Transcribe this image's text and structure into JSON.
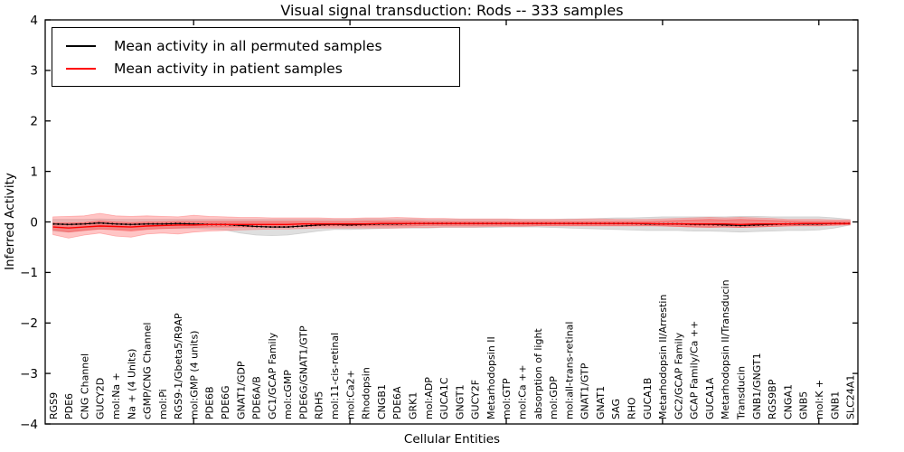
{
  "chart_data": {
    "type": "line",
    "title": "Visual signal transduction: Rods -- 333 samples",
    "xlabel": "Cellular Entities",
    "ylabel": "Inferred Activity",
    "ylim": [
      -4,
      4
    ],
    "yticks": [
      -4,
      -3,
      -2,
      -1,
      0,
      1,
      2,
      3,
      4
    ],
    "grid": false,
    "legend_position": "upper left",
    "categories": [
      "RGS9",
      "PDE6",
      "CNG Channel",
      "GUCY2D",
      "mol:Na +",
      "Na + (4 Units)",
      "cGMP/CNG Channel",
      "mol:Pi",
      "RGS9-1/Gbeta5/R9AP",
      "mol:GMP (4 units)",
      "PDE6B",
      "PDE6G",
      "GNAT1/GDP",
      "PDE6A/B",
      "GC1/GCAP Family",
      "mol:cGMP",
      "PDE6G/GNAT1/GTP",
      "RDH5",
      "mol:11-cis-retinal",
      "mol:Ca2+",
      "Rhodopsin",
      "CNGB1",
      "PDE6A",
      "GRK1",
      "mol:ADP",
      "GUCA1C",
      "GNGT1",
      "GUCY2F",
      "Metarhodopsin II",
      "mol:GTP",
      "mol:Ca ++",
      "absorption of light",
      "mol:GDP",
      "mol:all-trans-retinal",
      "GNAT1/GTP",
      "GNAT1",
      "SAG",
      "RHO",
      "GUCA1B",
      "Metarhodopsin II/Arrestin",
      "GC2/GCAP Family",
      "GCAP Family/Ca ++",
      "GUCA1A",
      "Metarhodopsin II/Transducin",
      "Transducin",
      "GNB1/GNGT1",
      "RGS9BP",
      "CNGA1",
      "GNB5",
      "mol:K +",
      "GNB1",
      "SLC24A1"
    ],
    "series": [
      {
        "name": "Mean activity in all permuted samples",
        "color": "#000000",
        "style": "dotted",
        "values": [
          -0.04,
          -0.05,
          -0.04,
          -0.02,
          -0.04,
          -0.05,
          -0.04,
          -0.04,
          -0.03,
          -0.04,
          -0.05,
          -0.05,
          -0.07,
          -0.09,
          -0.1,
          -0.1,
          -0.08,
          -0.06,
          -0.05,
          -0.06,
          -0.05,
          -0.04,
          -0.04,
          -0.03,
          -0.03,
          -0.03,
          -0.03,
          -0.03,
          -0.03,
          -0.03,
          -0.03,
          -0.03,
          -0.03,
          -0.03,
          -0.03,
          -0.03,
          -0.03,
          -0.03,
          -0.04,
          -0.04,
          -0.04,
          -0.05,
          -0.05,
          -0.06,
          -0.07,
          -0.06,
          -0.05,
          -0.04,
          -0.04,
          -0.04,
          -0.03,
          -0.03
        ]
      },
      {
        "name": "Mean activity in patient samples",
        "color": "#ff0000",
        "style": "solid",
        "values": [
          -0.1,
          -0.12,
          -0.1,
          -0.08,
          -0.09,
          -0.1,
          -0.08,
          -0.07,
          -0.06,
          -0.06,
          -0.05,
          -0.05,
          -0.05,
          -0.05,
          -0.05,
          -0.05,
          -0.04,
          -0.04,
          -0.04,
          -0.04,
          -0.04,
          -0.03,
          -0.03,
          -0.03,
          -0.03,
          -0.03,
          -0.03,
          -0.03,
          -0.03,
          -0.03,
          -0.03,
          -0.03,
          -0.03,
          -0.03,
          -0.03,
          -0.03,
          -0.03,
          -0.03,
          -0.03,
          -0.04,
          -0.04,
          -0.04,
          -0.04,
          -0.04,
          -0.05,
          -0.04,
          -0.04,
          -0.04,
          -0.03,
          -0.03,
          -0.03,
          -0.03
        ]
      }
    ],
    "bands": [
      {
        "name": "permuted-range",
        "color": "#aaaaaa",
        "upper": [
          0.05,
          0.05,
          0.05,
          0.06,
          0.05,
          0.05,
          0.05,
          0.05,
          0.05,
          0.05,
          0.05,
          0.05,
          0.05,
          0.05,
          0.05,
          0.05,
          0.05,
          0.05,
          0.05,
          0.05,
          0.06,
          0.06,
          0.06,
          0.06,
          0.05,
          0.05,
          0.05,
          0.05,
          0.05,
          0.05,
          0.05,
          0.05,
          0.05,
          0.06,
          0.06,
          0.07,
          0.08,
          0.08,
          0.09,
          0.1,
          0.1,
          0.1,
          0.1,
          0.1,
          0.11,
          0.11,
          0.1,
          0.1,
          0.1,
          0.1,
          0.08,
          0.05
        ],
        "lower": [
          -0.18,
          -0.2,
          -0.17,
          -0.14,
          -0.15,
          -0.16,
          -0.14,
          -0.13,
          -0.13,
          -0.13,
          -0.14,
          -0.16,
          -0.22,
          -0.26,
          -0.27,
          -0.26,
          -0.22,
          -0.18,
          -0.15,
          -0.15,
          -0.14,
          -0.13,
          -0.12,
          -0.12,
          -0.12,
          -0.11,
          -0.11,
          -0.11,
          -0.11,
          -0.1,
          -0.1,
          -0.1,
          -0.11,
          -0.12,
          -0.13,
          -0.14,
          -0.15,
          -0.16,
          -0.17,
          -0.17,
          -0.17,
          -0.18,
          -0.18,
          -0.19,
          -0.2,
          -0.19,
          -0.18,
          -0.17,
          -0.17,
          -0.16,
          -0.12,
          -0.06
        ]
      },
      {
        "name": "patient-range-outer",
        "color": "#ff6666",
        "upper": [
          0.1,
          0.11,
          0.12,
          0.17,
          0.12,
          0.11,
          0.12,
          0.11,
          0.1,
          0.13,
          0.11,
          0.1,
          0.09,
          0.09,
          0.08,
          0.08,
          0.08,
          0.08,
          0.07,
          0.07,
          0.08,
          0.08,
          0.09,
          0.08,
          0.07,
          0.07,
          0.06,
          0.06,
          0.06,
          0.06,
          0.05,
          0.05,
          0.05,
          0.05,
          0.06,
          0.06,
          0.05,
          0.05,
          0.05,
          0.06,
          0.07,
          0.08,
          0.09,
          0.08,
          0.09,
          0.08,
          0.07,
          0.05,
          0.05,
          0.05,
          0.04,
          0.04
        ],
        "lower": [
          -0.25,
          -0.32,
          -0.26,
          -0.22,
          -0.28,
          -0.3,
          -0.24,
          -0.22,
          -0.24,
          -0.2,
          -0.18,
          -0.17,
          -0.16,
          -0.15,
          -0.14,
          -0.14,
          -0.13,
          -0.12,
          -0.12,
          -0.12,
          -0.12,
          -0.12,
          -0.12,
          -0.11,
          -0.11,
          -0.1,
          -0.1,
          -0.1,
          -0.09,
          -0.09,
          -0.09,
          -0.08,
          -0.08,
          -0.08,
          -0.08,
          -0.08,
          -0.08,
          -0.08,
          -0.08,
          -0.08,
          -0.09,
          -0.1,
          -0.1,
          -0.1,
          -0.11,
          -0.1,
          -0.09,
          -0.08,
          -0.08,
          -0.08,
          -0.07,
          -0.06
        ]
      },
      {
        "name": "patient-range-inner",
        "color": "#ff4444",
        "upper": [
          -0.02,
          -0.02,
          -0.01,
          0.02,
          0.0,
          -0.01,
          0.0,
          0.0,
          0.01,
          0.01,
          0.01,
          0.01,
          0.01,
          0.01,
          0.01,
          0.01,
          0.01,
          0.01,
          0.01,
          0.01,
          0.02,
          0.02,
          0.02,
          0.02,
          0.01,
          0.01,
          0.01,
          0.01,
          0.01,
          0.01,
          0.01,
          0.01,
          0.01,
          0.01,
          0.01,
          0.01,
          0.01,
          0.01,
          0.01,
          0.02,
          0.03,
          0.04,
          0.05,
          0.04,
          0.05,
          0.04,
          0.03,
          0.02,
          0.01,
          0.01,
          0.01,
          0.01
        ],
        "lower": [
          -0.16,
          -0.2,
          -0.17,
          -0.14,
          -0.16,
          -0.18,
          -0.15,
          -0.13,
          -0.12,
          -0.11,
          -0.1,
          -0.1,
          -0.1,
          -0.1,
          -0.09,
          -0.09,
          -0.09,
          -0.08,
          -0.08,
          -0.08,
          -0.08,
          -0.08,
          -0.08,
          -0.08,
          -0.07,
          -0.07,
          -0.07,
          -0.07,
          -0.07,
          -0.07,
          -0.07,
          -0.07,
          -0.07,
          -0.07,
          -0.07,
          -0.07,
          -0.07,
          -0.07,
          -0.07,
          -0.08,
          -0.09,
          -0.1,
          -0.11,
          -0.1,
          -0.11,
          -0.1,
          -0.09,
          -0.08,
          -0.07,
          -0.07,
          -0.06,
          -0.05
        ]
      }
    ]
  }
}
